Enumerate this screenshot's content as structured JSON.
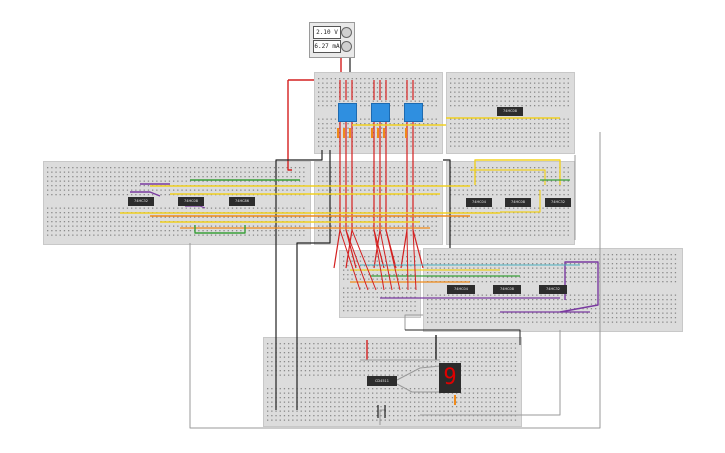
{
  "power_supply": {
    "voltage": "2.10 V",
    "current": "6.27 mA"
  },
  "display": {
    "digit": "9"
  },
  "chips": {
    "main_top": "74HC08",
    "left_1": "74HC32",
    "left_2": "74HC08",
    "left_3": "74HC86",
    "right_1": "74HC04",
    "right_2": "74HC08",
    "right_3": "74HC32",
    "mid_1": "74HC04",
    "mid_2": "74HC08",
    "mid_3": "74HC32",
    "decoder": "CD4511"
  },
  "colors": {
    "board": "#dcdcdc",
    "wire_yellow": "#f0d020",
    "wire_orange": "#f08a1a",
    "wire_red": "#d42020",
    "wire_black": "#222222",
    "wire_gray": "#9a9a9a",
    "wire_purple": "#7a3aa0",
    "wire_green": "#3aa03a",
    "dip_switch": "#2f8fe0",
    "segment": "#e00000"
  }
}
